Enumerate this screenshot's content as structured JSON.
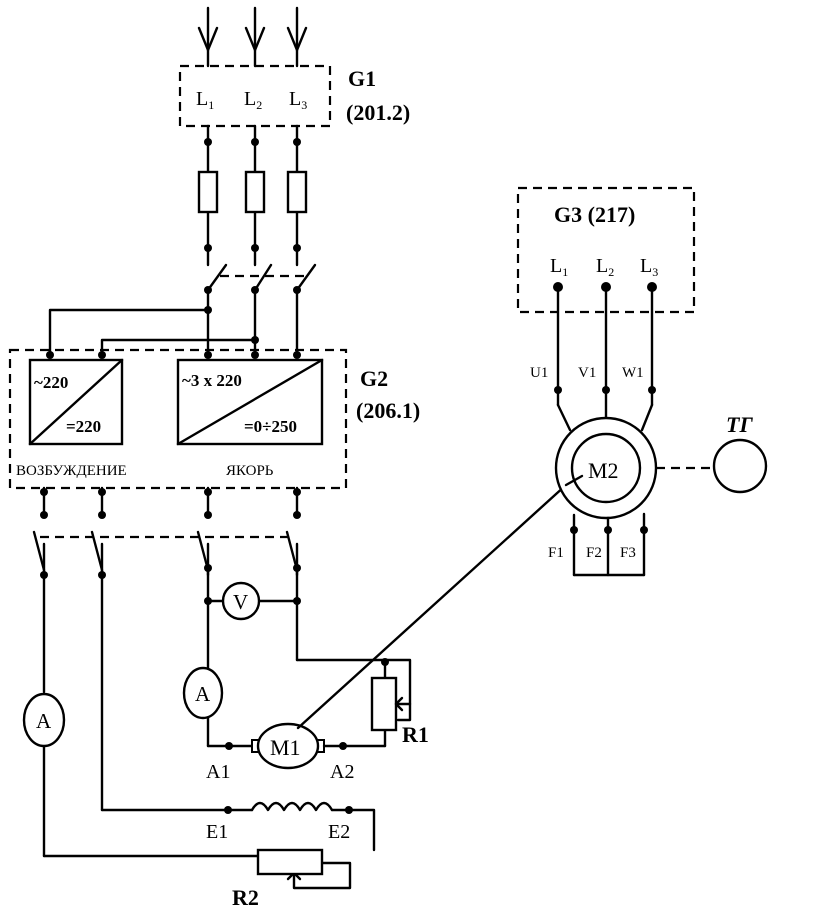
{
  "g1": {
    "name": "G1",
    "code": "(201.2)",
    "terminals": [
      "L",
      "L",
      "L"
    ],
    "subs": [
      "1",
      "2",
      "3"
    ]
  },
  "g3": {
    "title": "G3 (217)",
    "terminals": [
      "L",
      "L",
      "L"
    ],
    "subs": [
      "1",
      "2",
      "3"
    ]
  },
  "g2": {
    "name": "G2",
    "code": "(206.1)",
    "excitation": {
      "in": "~220",
      "out": "=220",
      "caption": "ВОЗБУЖДЕНИЕ"
    },
    "armature": {
      "in": "~3 x 220",
      "out": "=0÷250",
      "caption": "ЯКОРЬ"
    }
  },
  "motor_m2": {
    "label": "M2",
    "stator": [
      "U1",
      "V1",
      "W1"
    ],
    "rotor": [
      "F1",
      "F2",
      "F3"
    ],
    "tacho": "ТГ"
  },
  "motor_m1": {
    "label": "M1",
    "a1": "A1",
    "a2": "A2"
  },
  "field_winding": {
    "e1": "E1",
    "e2": "E2"
  },
  "meters": {
    "voltmeter": "V",
    "ammeter": "A"
  },
  "resistors": {
    "r1": "R1",
    "r2": "R2"
  }
}
